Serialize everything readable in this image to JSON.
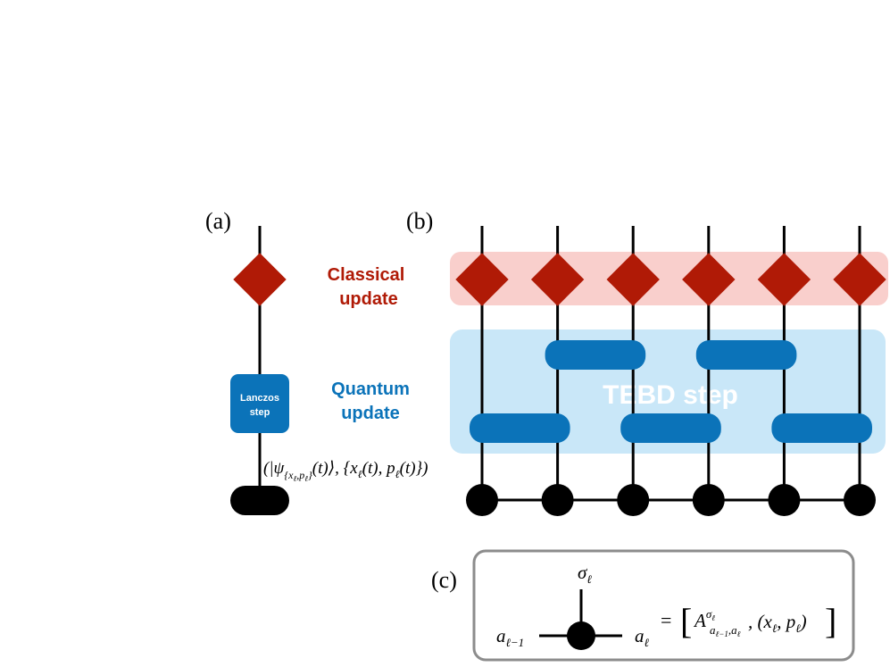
{
  "panels": {
    "a": {
      "label": "(a)",
      "gate_label_line1": "Lanczos",
      "gate_label_line2": "step"
    },
    "b": {
      "label": "(b)",
      "band_label": "TEBD step",
      "site_count": 6
    },
    "c": {
      "label": "(c)",
      "sigma": "σ",
      "sigma_sub": "ℓ",
      "left_index": "a",
      "left_index_sub": "ℓ−1",
      "right_index": "a",
      "right_index_sub": "ℓ",
      "equals": "=",
      "tensor_symbol": "A",
      "tensor_sup": "σ",
      "tensor_sup_sub": "ℓ",
      "tensor_sub": "a",
      "tensor_sub_1": "ℓ−1",
      "tensor_sub_mid": ",a",
      "tensor_sub_2": "ℓ",
      "pair": ", (x",
      "pair_sub1": "ℓ",
      "pair_mid": ", p",
      "pair_sub2": "ℓ",
      "pair_close": ")"
    }
  },
  "legend": {
    "classical_line1": "Classical",
    "classical_line2": "update",
    "quantum_line1": "Quantum",
    "quantum_line2": "update"
  },
  "state_formula": {
    "open": "(|ψ",
    "sub": "{x",
    "sub_a": "ℓ",
    "sub_b": ",p",
    "sub_c": "ℓ",
    "sub_close": "}",
    "mid": "(t)⟩, {x",
    "s1": "ℓ",
    "mid2": "(t), p",
    "s2": "ℓ",
    "close": "(t)})"
  },
  "colors": {
    "classical_red": "#b01a06",
    "classical_band": "#f9cfcc",
    "quantum_blue": "#0b73b9",
    "quantum_band": "#c9e7f8",
    "black": "#000000",
    "frame_gray": "#8c8c8c"
  }
}
